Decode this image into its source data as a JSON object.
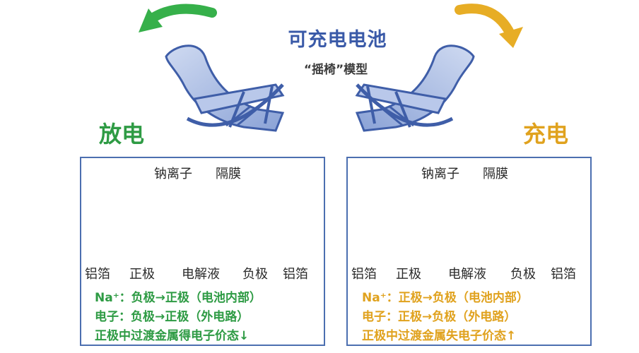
{
  "title": "可充电电池",
  "subtitle": "“摇椅”模型",
  "discharge": {
    "mode_label": "放电",
    "mode_color": "#2e9b44",
    "ion_label": "钠离子",
    "separator_label": "隔膜",
    "bottom_labels": [
      "铝箔",
      "正极",
      "电解液",
      "负极",
      "铝箔"
    ],
    "lines": [
      "Na⁺：负极→正极（电池内部）",
      "电子：负极→正极（外电路）",
      "正极中过渡金属得电子价态↓"
    ]
  },
  "charge": {
    "mode_label": "充电",
    "mode_color": "#e0a21e",
    "ion_label": "钠离子",
    "separator_label": "隔膜",
    "bottom_labels": [
      "铝箔",
      "正极",
      "电解液",
      "负极",
      "铝箔"
    ],
    "lines": [
      "Na⁺：正极→负极（电池内部）",
      "电子：正极→负极（外电路）",
      "正极中过渡金属失电子价态↑"
    ]
  },
  "colors": {
    "frame": "#4c6fb0",
    "ion": "#e21b2b",
    "sphere": "#6c85b9",
    "graphite": "#3a5db0",
    "chair": "#4a6cb7"
  }
}
